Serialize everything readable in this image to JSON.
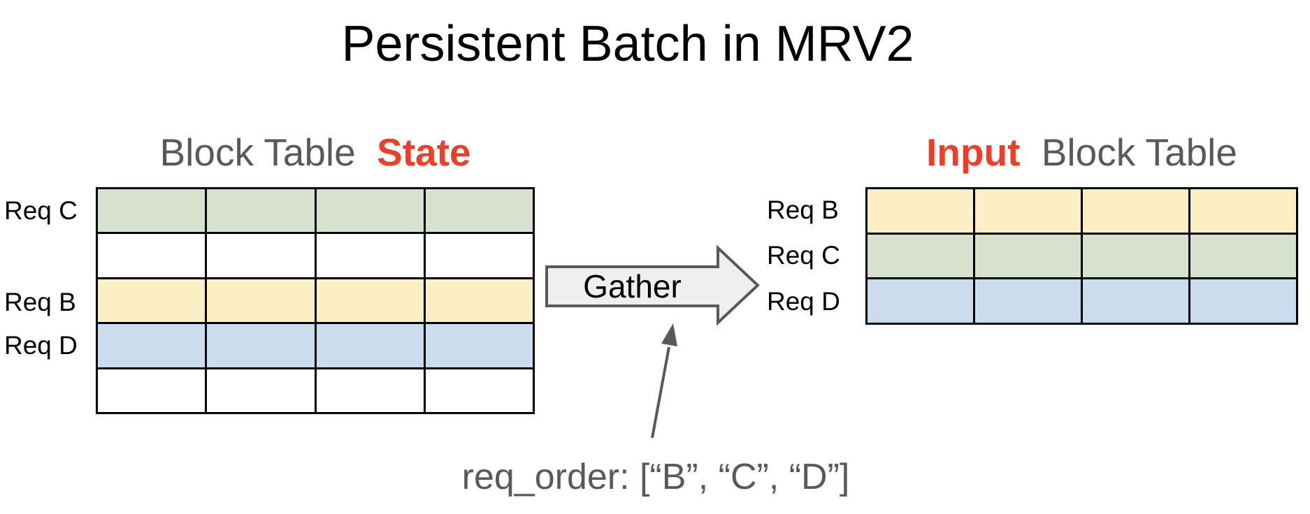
{
  "title": "Persistent Batch in MRV2",
  "left_table": {
    "heading_gray": "Block Table",
    "heading_red": "State",
    "columns": 4,
    "rows": [
      {
        "color": "green"
      },
      {
        "color": "white"
      },
      {
        "color": "yellow"
      },
      {
        "color": "blue"
      },
      {
        "color": "white"
      }
    ],
    "row_labels": {
      "row0": "Req C",
      "row2": "Req B",
      "row3": "Req D"
    }
  },
  "arrow": {
    "label": "Gather"
  },
  "right_table": {
    "heading_red": "Input",
    "heading_gray": "Block Table",
    "columns": 4,
    "rows": [
      {
        "color": "yellow"
      },
      {
        "color": "green"
      },
      {
        "color": "blue"
      }
    ],
    "row_labels": {
      "row0": "Req B",
      "row1": "Req C",
      "row2": "Req D"
    }
  },
  "annotation": "req_order: [“B”, “C”, “D”]",
  "colors": {
    "green": "#D7E2CE",
    "yellow": "#FBEEC4",
    "blue": "#CBDCEE",
    "white": "#FFFFFF",
    "red": "#E8402B",
    "gray_text": "#595959",
    "arrow_fill": "#EFEFEF",
    "arrow_stroke": "#595959",
    "table_border": "#000000"
  }
}
